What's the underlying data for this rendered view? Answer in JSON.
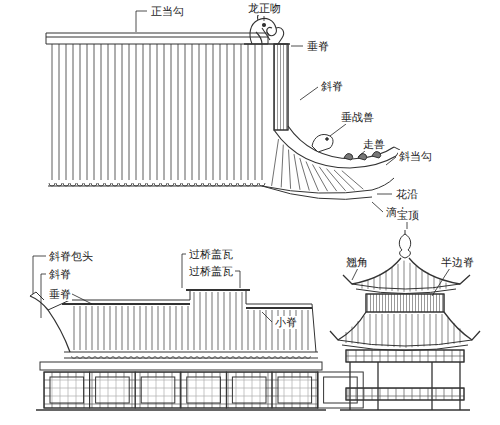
{
  "diagram": {
    "labels": [
      "正当勾",
      "龙正吻",
      "垂脊",
      "斜脊",
      "垂战兽",
      "走兽",
      "斜当勾",
      "花沿",
      "滴水",
      "斜脊包头",
      "斜脊",
      "垂脊",
      "过桥盖瓦",
      "过桥盖瓦",
      "小脊",
      "宝顶",
      "翘角",
      "半边脊"
    ]
  }
}
